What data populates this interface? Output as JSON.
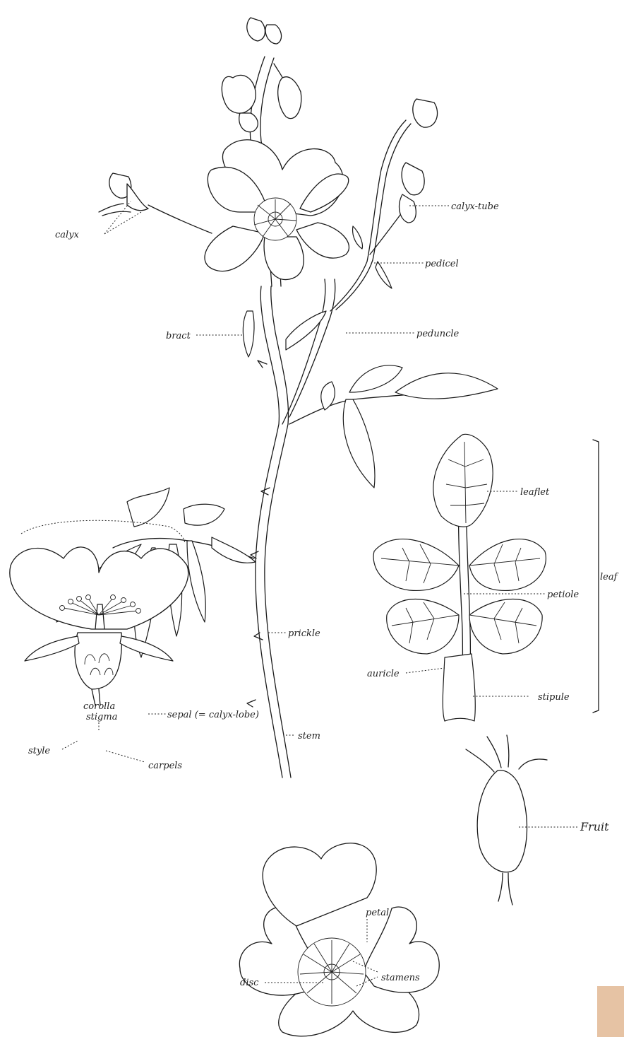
{
  "labels": {
    "calyx": "calyx",
    "calyx_tube": "calyx-tube",
    "pedicel": "pedicel",
    "bract": "bract",
    "peduncle": "peduncle",
    "leaflet": "leaflet",
    "leaf": "leaf",
    "petiole": "petiole",
    "prickle": "prickle",
    "auricle": "auricle",
    "stipule": "stipule",
    "stem": "stem",
    "corolla": "corolla",
    "stigma": "stigma",
    "sepal": "sepal (= calyx-lobe)",
    "style": "style",
    "carpels": "carpels",
    "fruit": "Fruit",
    "petal": "petal",
    "disc": "disc",
    "stamens": "stamens"
  },
  "colors": {
    "ink": "#1a1a1a",
    "paper": "#ffffff",
    "corner_tab": "#e6c3a4"
  }
}
